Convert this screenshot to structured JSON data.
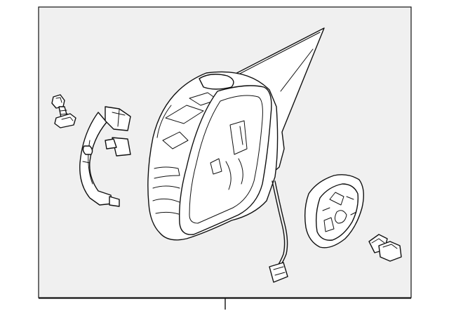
{
  "diagram": {
    "background": "#f0f0f0",
    "line_color": "#111111",
    "parts": [
      "mirror-assembly",
      "mounting-bolt",
      "wire-harness-bracket",
      "mirror-glass-actuator-base",
      "mounting-nut"
    ]
  }
}
